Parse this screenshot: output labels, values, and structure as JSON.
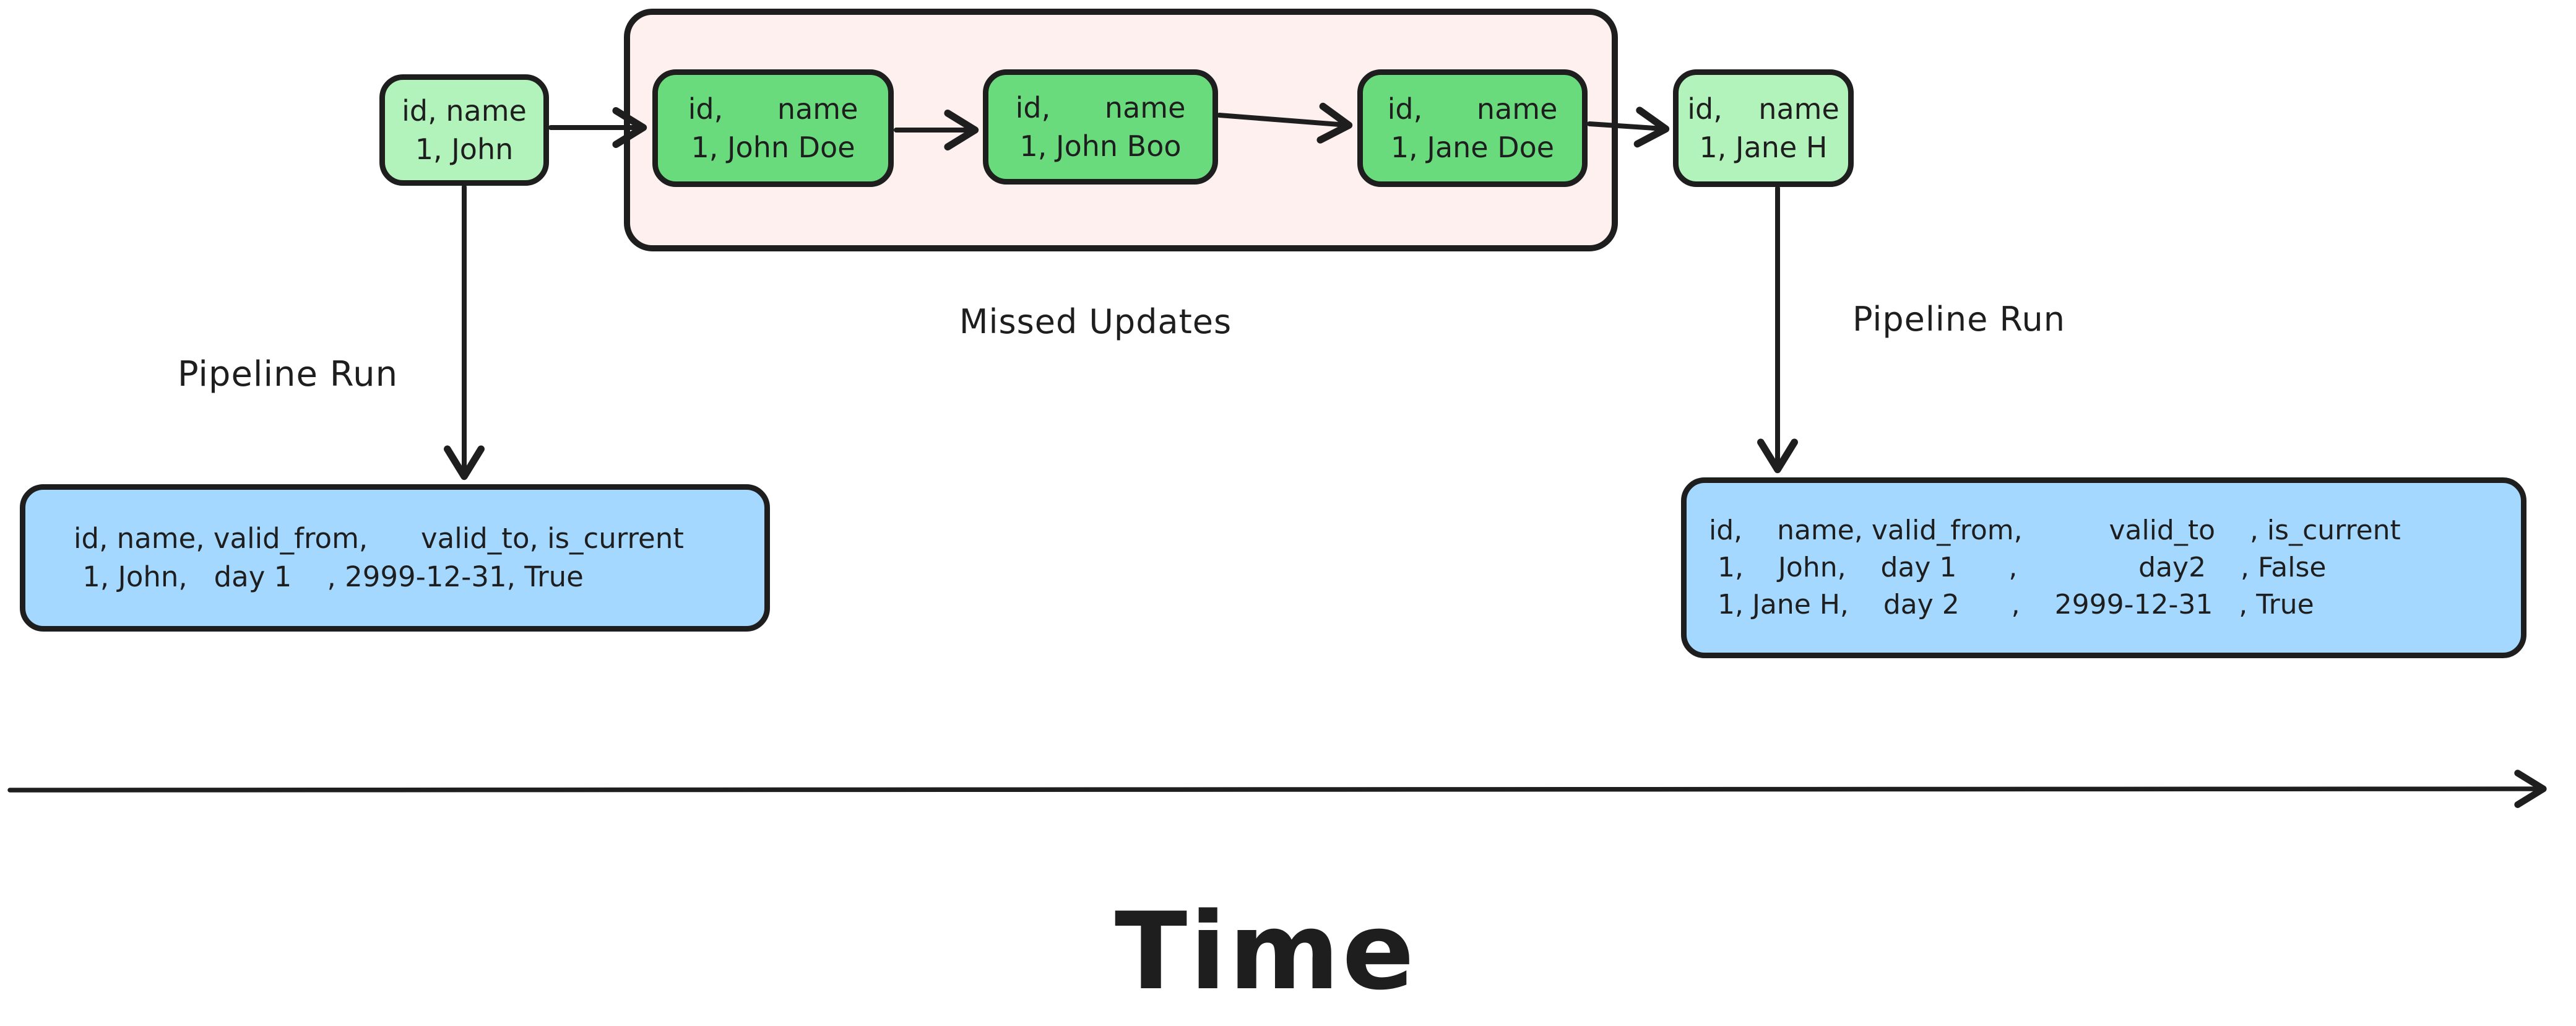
{
  "colors": {
    "light_green_fill": "#b2f2bb",
    "green_fill": "#69db7c",
    "pink_container_fill": "#fdf0ee",
    "blue_table_fill": "#a5d8ff",
    "stroke": "#1e1e1e",
    "background": "#ffffff"
  },
  "nodes": {
    "john_v1": {
      "header": "id, name",
      "row": "1, John"
    },
    "john_doe": {
      "header": "id,      name",
      "row": "1, John Doe"
    },
    "john_boo": {
      "header": "id,      name",
      "row": "1, John Boo"
    },
    "jane_doe": {
      "header": "id,      name",
      "row": "1, Jane Doe"
    },
    "jane_h": {
      "header": "id,    name",
      "row": "1, Jane H"
    }
  },
  "labels": {
    "missed_updates": "Missed Updates",
    "pipeline_run_left": "Pipeline Run",
    "pipeline_run_right": "Pipeline Run",
    "time_axis": "Time"
  },
  "tables": {
    "left": {
      "lines": [
        "id, name, valid_from,      valid_to, is_current",
        " 1, John,   day 1    , 2999-12-31, True"
      ]
    },
    "right": {
      "lines": [
        "id,    name, valid_from,          valid_to    , is_current",
        " 1,    John,    day 1      ,              day2    , False",
        " 1, Jane H,    day 2      ,    2999-12-31   , True"
      ]
    }
  }
}
